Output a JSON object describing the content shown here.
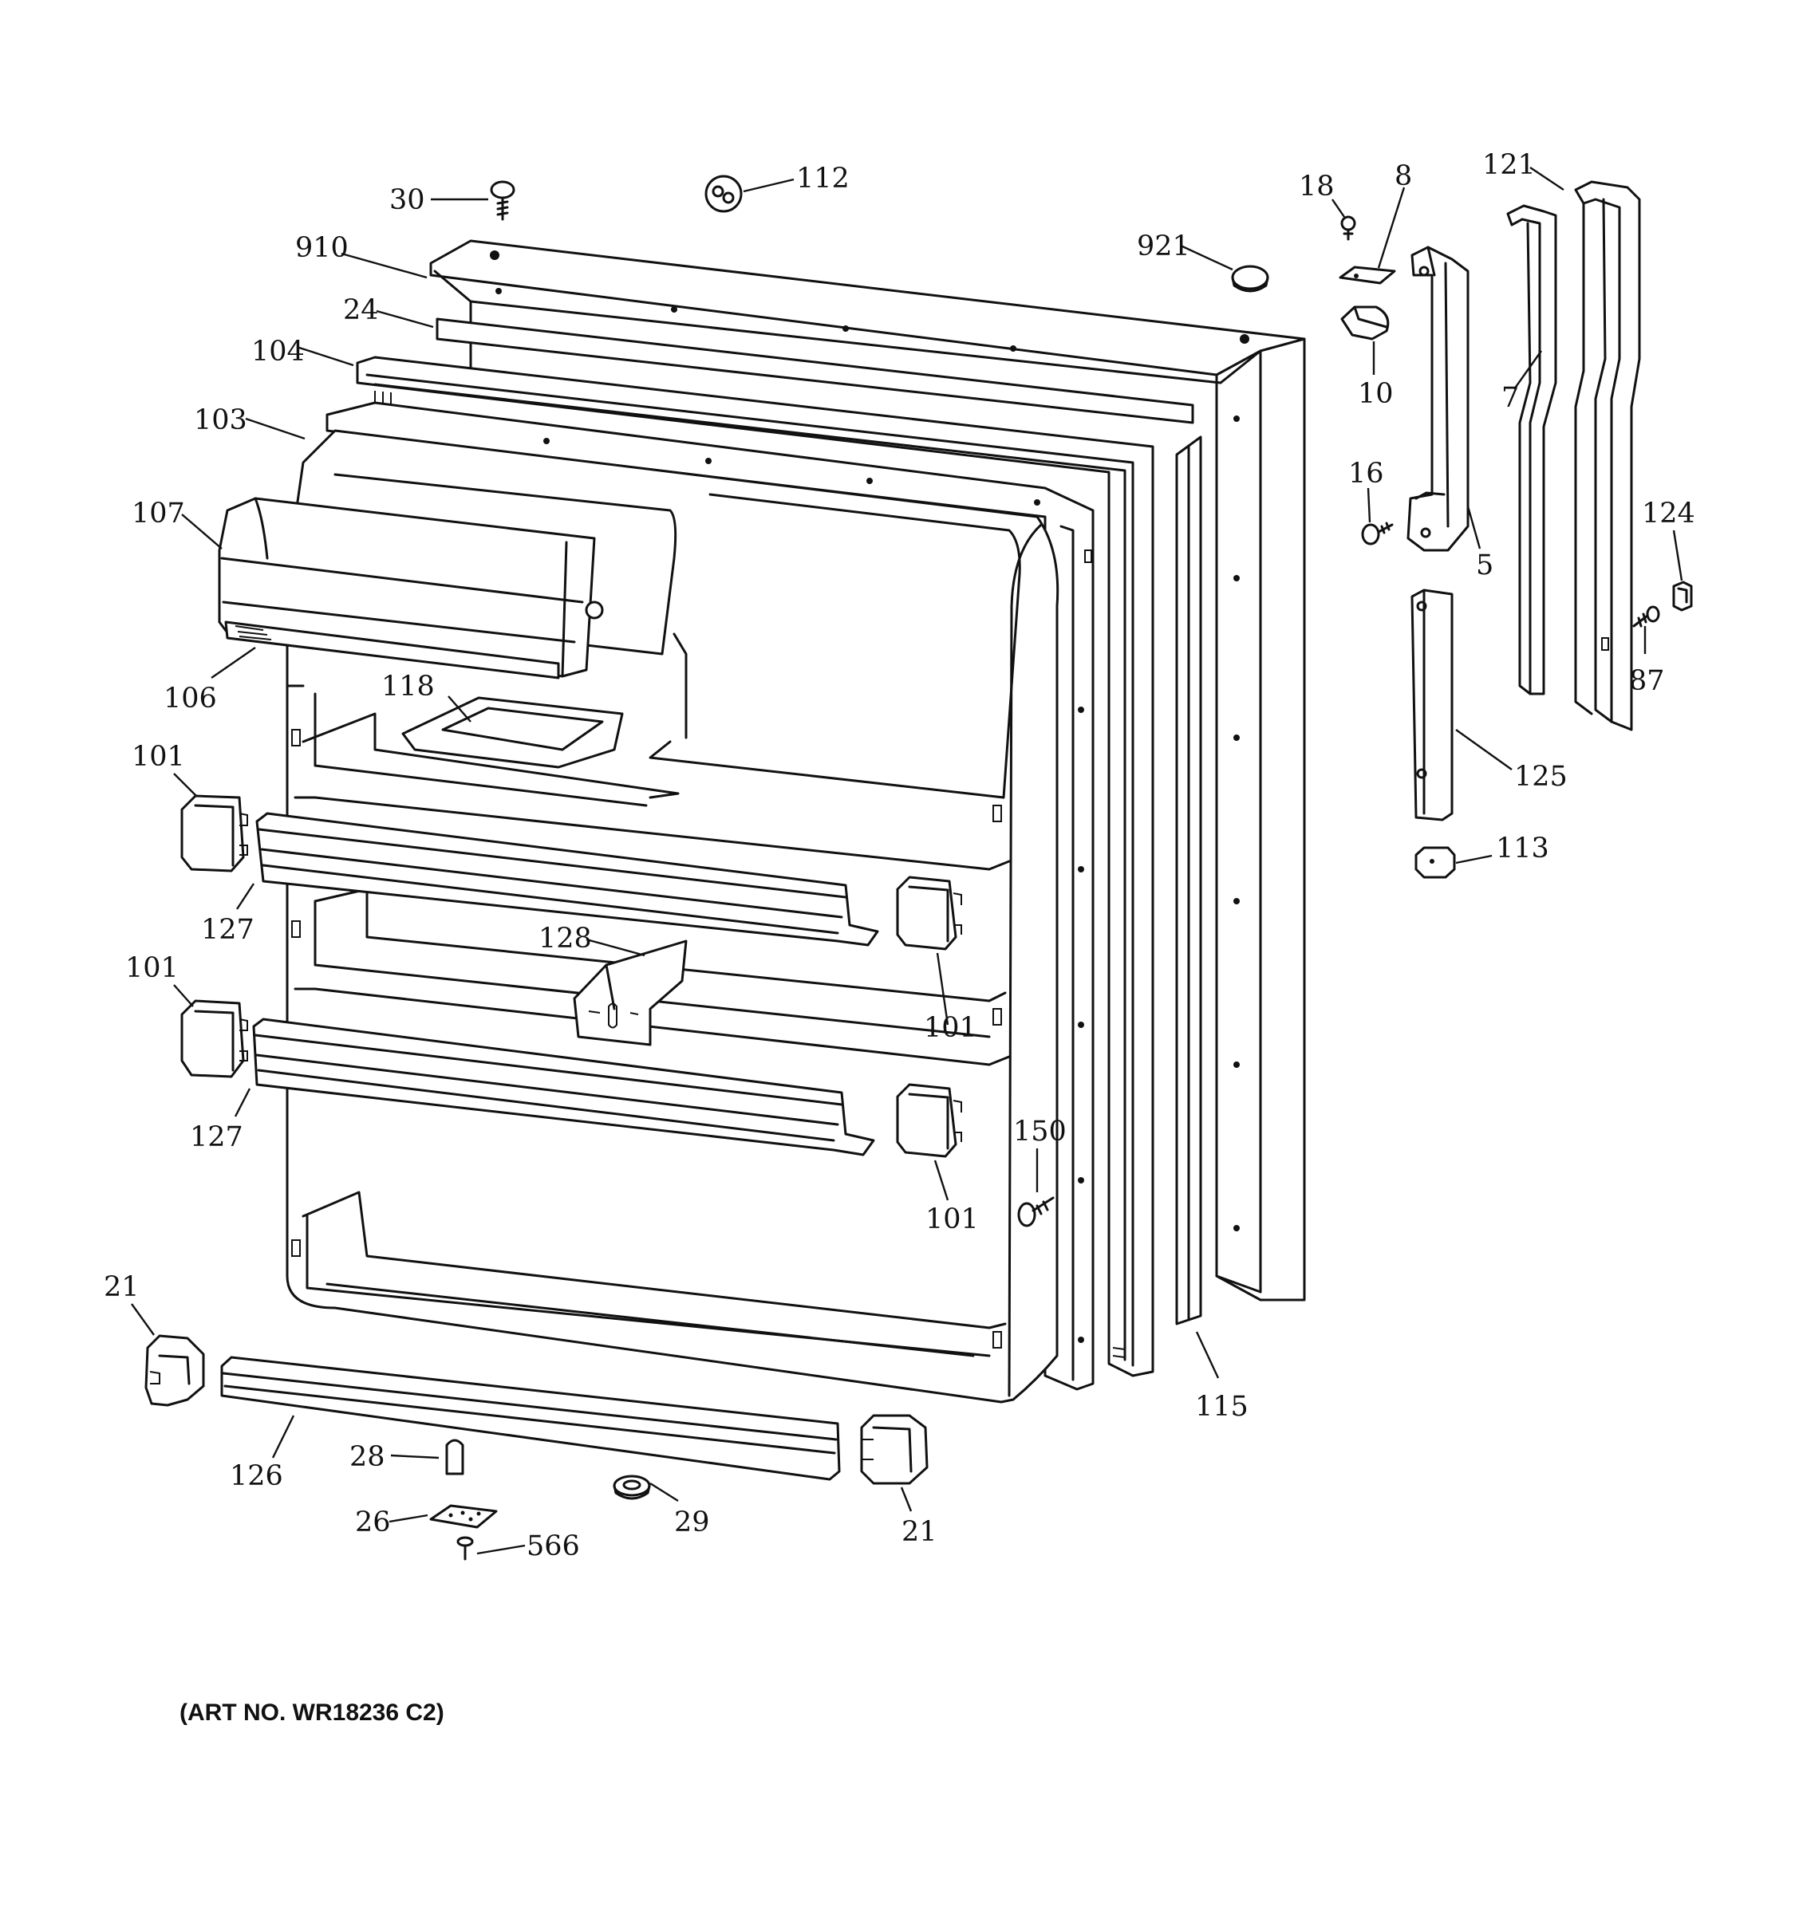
{
  "art_number": "(ART NO. WR18236 C2)",
  "callouts": {
    "c30": "30",
    "c112": "112",
    "c910": "910",
    "c24": "24",
    "c104": "104",
    "c103": "103",
    "c107": "107",
    "c106": "106",
    "c118": "118",
    "c101a": "101",
    "c127a": "127",
    "c128": "128",
    "c101b": "101",
    "c101c": "101",
    "c127b": "127",
    "c101d": "101",
    "c150": "150",
    "c21a": "21",
    "c126": "126",
    "c28": "28",
    "c26": "26",
    "c566": "566",
    "c29": "29",
    "c21b": "21",
    "c115": "115",
    "c921": "921",
    "c18": "18",
    "c8": "8",
    "c10": "10",
    "c16": "16",
    "c5": "5",
    "c121": "121",
    "c7": "7",
    "c124": "124",
    "c87": "87",
    "c125": "125",
    "c113": "113"
  }
}
